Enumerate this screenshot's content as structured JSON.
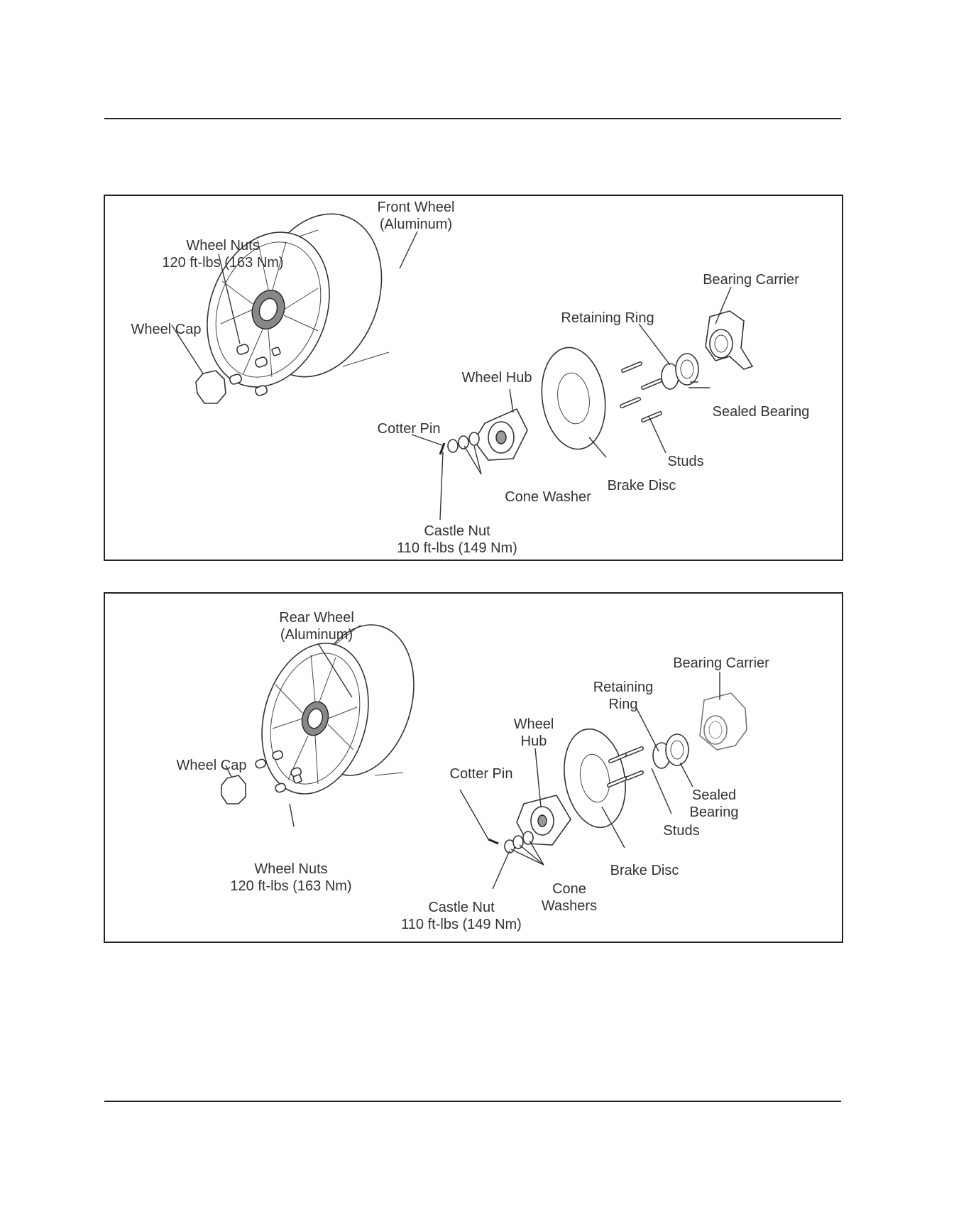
{
  "front": {
    "front_wheel": [
      "Front Wheel",
      "(Aluminum)"
    ],
    "wheel_nuts": [
      "Wheel Nuts",
      "120 ft-lbs (163 Nm)"
    ],
    "wheel_cap": "Wheel Cap",
    "bearing_carrier": "Bearing Carrier",
    "retaining_ring": "Retaining Ring",
    "wheel_hub": "Wheel Hub",
    "sealed_bearing": "Sealed Bearing",
    "cotter_pin": "Cotter Pin",
    "studs": "Studs",
    "brake_disc": "Brake Disc",
    "cone_washer": "Cone Washer",
    "castle_nut": [
      "Castle Nut",
      "110 ft-lbs (149 Nm)"
    ]
  },
  "rear": {
    "rear_wheel": [
      "Rear Wheel",
      "(Aluminum)"
    ],
    "bearing_carrier": "Bearing Carrier",
    "retaining_ring": [
      "Retaining",
      "Ring"
    ],
    "wheel_hub": [
      "Wheel",
      "Hub"
    ],
    "wheel_cap": "Wheel Cap",
    "cotter_pin": "Cotter Pin",
    "sealed_bearing": [
      "Sealed",
      "Bearing"
    ],
    "studs": "Studs",
    "brake_disc": "Brake Disc",
    "wheel_nuts": [
      "Wheel Nuts",
      "120 ft-lbs (163 Nm)"
    ],
    "cone_washers": [
      "Cone",
      "Washers"
    ],
    "castle_nut": [
      "Castle Nut",
      "110 ft-lbs (149 Nm)"
    ]
  }
}
